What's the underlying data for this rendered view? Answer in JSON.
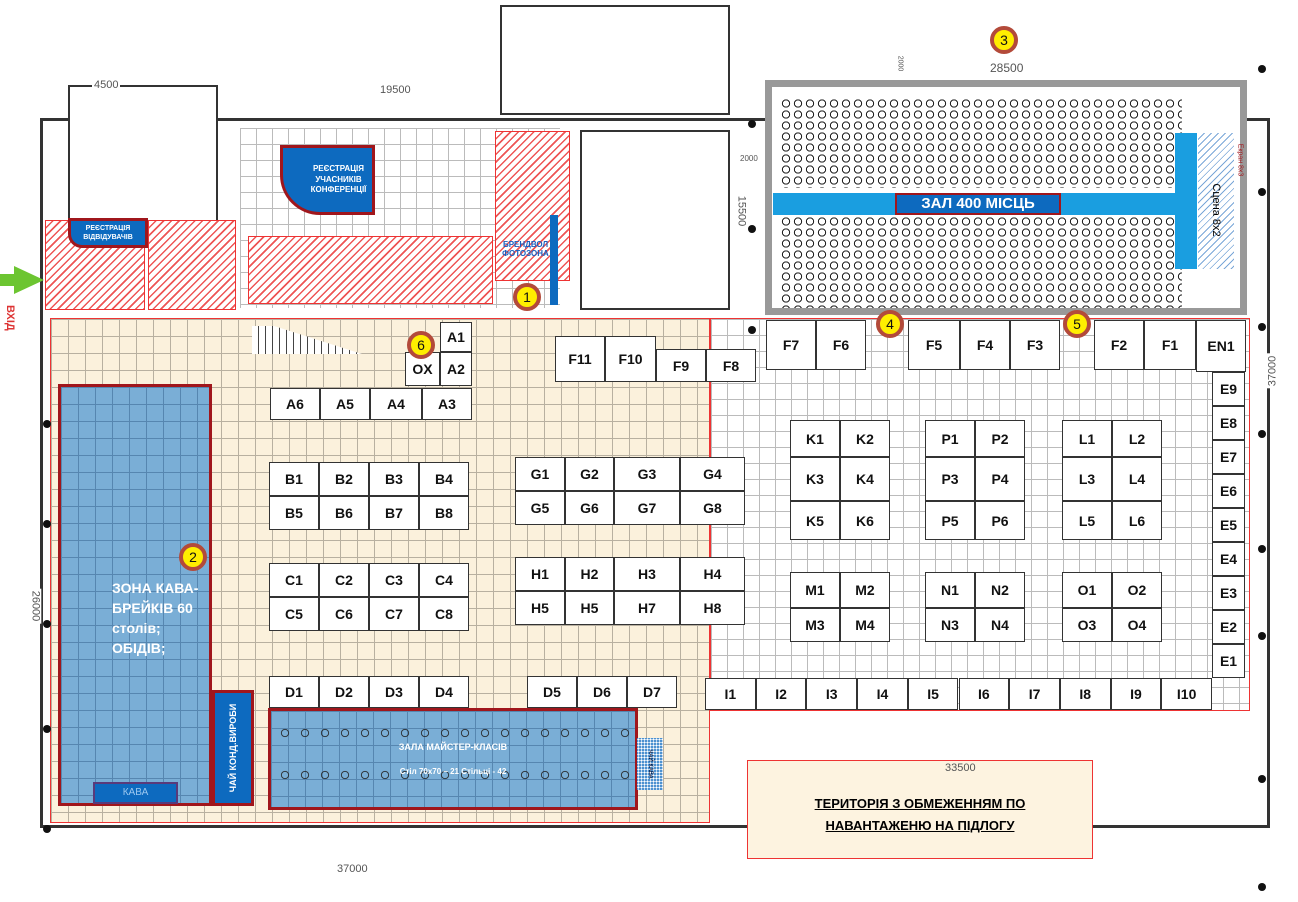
{
  "entrance_label": "ВХІД",
  "dimensions": {
    "top_left": "4500",
    "top_mid": "19500",
    "top_right": "28500",
    "left": "26000",
    "right": "37000",
    "bottom": "37000",
    "bottom_right": "33500",
    "hall_depth": "15500",
    "hall_small": "2000",
    "hall_top": "2000"
  },
  "registration": {
    "visitors": "РЕЄСТРАЦІЯ ВІДВІДУВАЧІВ",
    "participants": "РЕЄСТРАЦІЯ УЧАСНИКІВ КОНФЕРЕНЦІЇ"
  },
  "brandwall": "БРЕНДВОЛ ФОТОЗОНА",
  "hall": {
    "title": "ЗАЛ 400 МІСЦЬ",
    "stage": "Сцена 8х2",
    "screen": "Екран 8х3"
  },
  "coffee_zone": {
    "title": "ЗОНА КАВА-БРЕЙКІВ 60 столів; ОБІДІВ;",
    "coffee": "КАВА",
    "tea": "ЧАЙ КОНД.ВИРОБИ"
  },
  "masterclass": {
    "title": "ЗАЛА МАЙСТЕР-КЛАСІВ",
    "subtitle": "Стіл 70х70 – 21 Стільці - 42",
    "side": "ЧАЙ КАВА"
  },
  "restricted_zone": "ТЕРИТОРІЯ З ОБМЕЖЕННЯМ ПО НАВАНТАЖЕНЮ НА ПІДЛОГУ",
  "markers": [
    "1",
    "2",
    "3",
    "4",
    "5",
    "6"
  ],
  "booths": [
    "A1",
    "A2",
    "OX",
    "A6",
    "A5",
    "A4",
    "A3",
    "F11",
    "F10",
    "F9",
    "F8",
    "F7",
    "F6",
    "F5",
    "F4",
    "F3",
    "F2",
    "F1",
    "EN1",
    "E9",
    "E8",
    "E7",
    "E6",
    "E5",
    "E4",
    "E3",
    "E2",
    "E1",
    "B1",
    "B2",
    "B3",
    "B4",
    "B5",
    "B6",
    "B7",
    "B8",
    "C1",
    "C2",
    "C3",
    "C4",
    "C5",
    "C6",
    "C7",
    "C8",
    "G1",
    "G2",
    "G3",
    "G4",
    "G5",
    "G6",
    "G7",
    "G8",
    "H1",
    "H2",
    "H3",
    "H4",
    "H5",
    "H5",
    "H7",
    "H8",
    "K1",
    "K2",
    "K3",
    "K4",
    "K5",
    "K6",
    "P1",
    "P2",
    "P3",
    "P4",
    "P5",
    "P6",
    "L1",
    "L2",
    "L3",
    "L4",
    "L5",
    "L6",
    "M1",
    "M2",
    "M3",
    "M4",
    "N1",
    "N2",
    "N3",
    "N4",
    "O1",
    "O2",
    "O3",
    "O4",
    "D1",
    "D2",
    "D3",
    "D4",
    "D5",
    "D6",
    "D7",
    "I1",
    "I2",
    "I3",
    "I4",
    "I5",
    "I6",
    "I7",
    "I8",
    "I9",
    "I10"
  ],
  "colors": {
    "zone_blue": "#0d6abf",
    "zone_border": "#a0161c",
    "marker": "#ffee00",
    "arrow": "#6cc531",
    "hatch": "#e55555"
  }
}
